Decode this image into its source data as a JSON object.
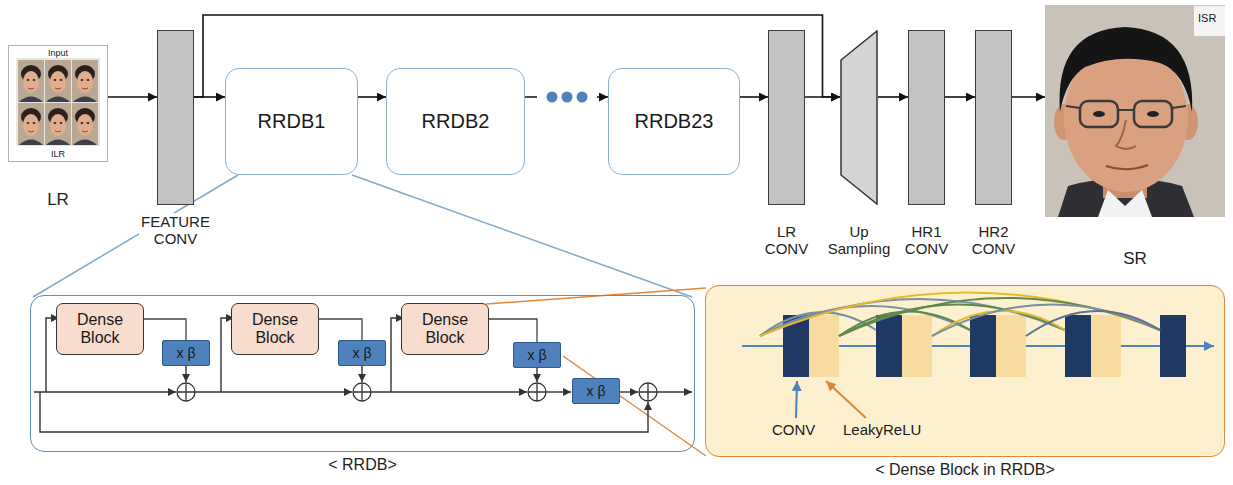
{
  "diagram": {
    "nodes": [
      {
        "text": [
          "Input",
          "ILR",
          "LR"
        ]
      },
      {
        "text": [
          "FEATURE CONV"
        ]
      },
      {
        "text": [
          "RRDB1"
        ]
      },
      {
        "text": [
          "RRDB2"
        ]
      },
      {
        "text": [
          "RRDB23"
        ]
      },
      {
        "text": [
          "LR CONV"
        ]
      },
      {
        "text": [
          "Up Sampling"
        ]
      },
      {
        "text": [
          "HR1 CONV"
        ]
      },
      {
        "text": [
          "HR2 CONV"
        ]
      },
      {
        "text": [
          "SR"
        ]
      },
      {
        "text": [
          "< RRDB>"
        ]
      },
      {
        "text": [
          "Dense Block"
        ],
        "in": 10
      },
      {
        "text": [
          "x β"
        ],
        "in": 10
      },
      {
        "text": [
          "Dense Block"
        ],
        "in": 10
      },
      {
        "text": [
          "x β"
        ],
        "in": 10
      },
      {
        "text": [
          "Dense Block"
        ],
        "in": 10
      },
      {
        "text": [
          "x β"
        ],
        "in": 10
      },
      {
        "text": [
          "x β"
        ],
        "in": 10
      },
      {
        "text": [
          "< Dense Block in RRDB>"
        ]
      }
    ],
    "edges": [
      {
        "from": 0,
        "to": 1,
        "arrow": "to"
      },
      {
        "from": 1,
        "to": 2,
        "arrow": "to"
      },
      {
        "from": 2,
        "to": 3,
        "arrow": "to"
      },
      {
        "from": 3,
        "to": 4,
        "arrow": "to"
      },
      {
        "from": 4,
        "to": 5,
        "arrow": "to"
      },
      {
        "from": 1,
        "to": 6,
        "arrow": "to"
      },
      {
        "from": 5,
        "to": 6,
        "arrow": "to"
      },
      {
        "from": 6,
        "to": 7,
        "arrow": "to"
      },
      {
        "from": 7,
        "to": 8,
        "arrow": "to"
      },
      {
        "from": 8,
        "to": 9,
        "arrow": "to"
      },
      {
        "from": 11,
        "to": 12,
        "arrow": "none"
      },
      {
        "from": 13,
        "to": 14,
        "arrow": "none"
      },
      {
        "from": 15,
        "to": 16,
        "arrow": "none"
      }
    ],
    "labels": [
      "ISR",
      "CONV",
      "LeakyReLU"
    ]
  }
}
